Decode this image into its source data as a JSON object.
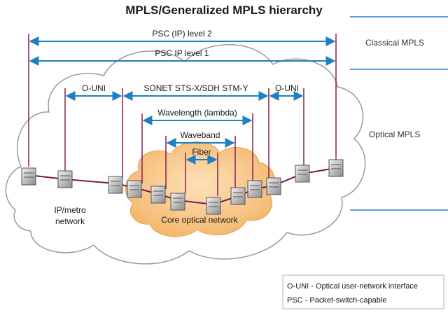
{
  "title": "MPLS/Generalized MPLS hierarchy",
  "sections": {
    "classical": "Classical MPLS",
    "optical": "Optical MPLS"
  },
  "spans": {
    "psc_level2": "PSC (IP) level 2",
    "psc_level1": "PSC IP level 1",
    "o_uni_left": "O-UNI",
    "sonet": "SONET STS-X/SDH STM-Y",
    "o_uni_right": "O-UNI",
    "wavelength": "Wavelength (lambda)",
    "waveband": "Waveband",
    "fiber": "Fiber"
  },
  "clouds": {
    "ip_metro_line1": "IP/metro",
    "ip_metro_line2": "network",
    "core": "Core optical network"
  },
  "legend": {
    "o_uni": "O-UNI - Optical user-network interface",
    "psc": "PSC - Packet-switch-capable"
  },
  "colors": {
    "arrow": "#1f7fc4",
    "pole": "#8a1f55",
    "link": "#7a1a4a",
    "core_cloud": "#f5c88a",
    "cloud_stroke": "#9a9a9a",
    "rule": "#2a7fd0"
  }
}
